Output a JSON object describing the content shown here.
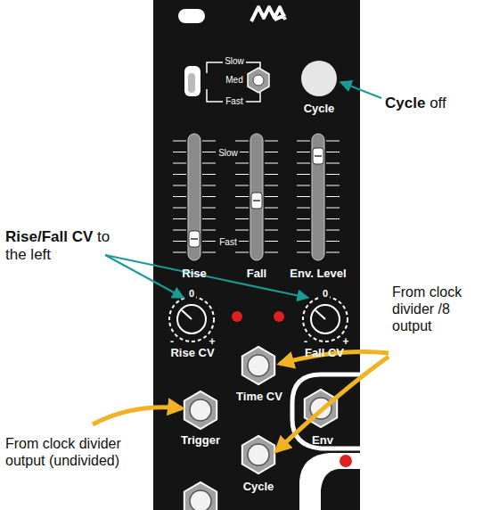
{
  "diagram": {
    "labels": [
      "Slow",
      "Med",
      "Fast",
      "Cycle",
      "Cycle",
      "off",
      "Slow",
      "Fast",
      "Rise",
      "Fall",
      "Env. Level",
      "Rise/Fall CV",
      "to the left",
      "0",
      "-",
      "+",
      "Rise CV",
      "0",
      "-",
      "+",
      "Fall CV",
      "From clock divider /8 output",
      "Time CV",
      "Trigger",
      "Env",
      "From clock divider output (undivided)",
      "Cycle"
    ]
  }
}
